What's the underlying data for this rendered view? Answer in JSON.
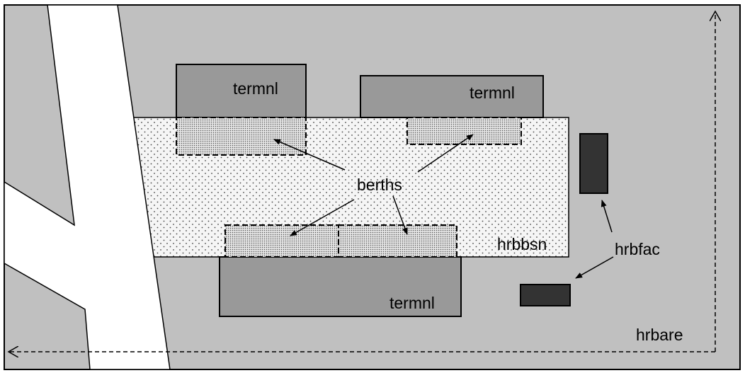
{
  "labels": {
    "terminal_1": "termnl",
    "terminal_2": "termnl",
    "terminal_3": "termnl",
    "berths": "berths",
    "basin": "hrbbsn",
    "facility": "hrbfac",
    "area": "hrbare"
  },
  "colors": {
    "area": "#c0c0c0",
    "terminal": "#999999",
    "facility": "#333333",
    "basin": "#f5f5f5",
    "road": "#ffffff",
    "outline": "#000000"
  }
}
